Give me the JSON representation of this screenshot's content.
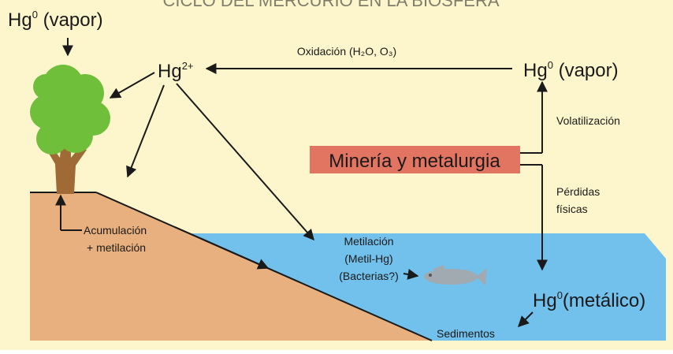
{
  "title_partial": "CICLO DEL MERCURIO EN LA BIOSFERA",
  "labels": {
    "hg0_vapor_left_base": "Hg",
    "hg0_vapor_left_sup": "0",
    "hg0_vapor_left_rest": " (vapor)",
    "hg2_base": "Hg",
    "hg2_sup": "2+",
    "oxidacion": "Oxidación (H₂O, O₃)",
    "hg0_vapor_right_base": "Hg",
    "hg0_vapor_right_sup": "0",
    "hg0_vapor_right_rest": " (vapor)",
    "volatilizacion": "Volatilización",
    "mineria": "Minería y metalurgia",
    "perdidas_1": "Pérdidas",
    "perdidas_2": "físicas",
    "acumulacion_1": "Acumulación",
    "acumulacion_2": "+ metilación",
    "metilacion_1": "Metilación",
    "metilacion_2": "(Metil-Hg)",
    "metilacion_3": "(Bacterias?)",
    "hg0_metalico_base": "Hg",
    "hg0_metalico_sup": "0",
    "hg0_metalico_rest": "(metálico)",
    "sedimentos": "Sedimentos"
  },
  "colors": {
    "background": "#fdf6cc",
    "soil": "#e8b07e",
    "water": "#72c1ec",
    "mineria_box": "#e27462",
    "tree_leaves": "#6fbf3a",
    "tree_trunk": "#a06a36",
    "fish": "#a0aab0"
  }
}
